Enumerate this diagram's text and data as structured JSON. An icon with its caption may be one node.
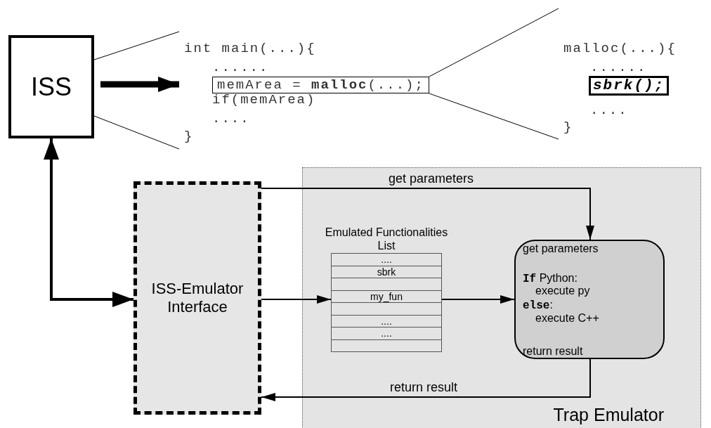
{
  "diagram": {
    "nodes": [
      {
        "text": [
          "ISS"
        ]
      },
      {
        "text": [
          "int main(...){",
          "......",
          "if(memArea)",
          "....",
          "}"
        ]
      },
      {
        "text": [
          "memArea = **malloc**(...);"
        ],
        "in": 1
      },
      {
        "text": [
          "malloc(...){",
          "......",
          "....",
          "}"
        ]
      },
      {
        "text": [
          "sbrk();"
        ],
        "in": 3
      },
      {
        "text": [
          "Trap Emulator"
        ]
      },
      {
        "text": [
          "ISS-Emulator Interface"
        ]
      },
      {
        "text": [
          "Emulated Functionalities List",
          "....",
          "sbrk",
          "my_fun",
          "....",
          "...."
        ],
        "in": 5
      },
      {
        "text": [
          "get parameters",
          "**If** Python:",
          "execute py",
          "**else**:",
          "execute C++",
          "return result"
        ],
        "in": 5
      }
    ],
    "edges": [
      {
        "from": 0,
        "to": 1,
        "arrow": "to",
        "style": "thick"
      },
      {
        "from": 0,
        "to": 1,
        "arrow": "none"
      },
      {
        "from": 0,
        "to": 1,
        "arrow": "none"
      },
      {
        "from": 2,
        "to": 3,
        "arrow": "none"
      },
      {
        "from": 2,
        "to": 3,
        "arrow": "none"
      },
      {
        "from": 6,
        "to": 0,
        "arrow": "both",
        "style": "thick"
      },
      {
        "from": 6,
        "to": 8,
        "label": "get parameters",
        "arrow": "to"
      },
      {
        "from": 6,
        "to": 7,
        "arrow": "to"
      },
      {
        "from": 7,
        "to": 8,
        "arrow": "to"
      },
      {
        "from": 8,
        "to": 6,
        "label": "return result",
        "arrow": "to"
      }
    ]
  }
}
